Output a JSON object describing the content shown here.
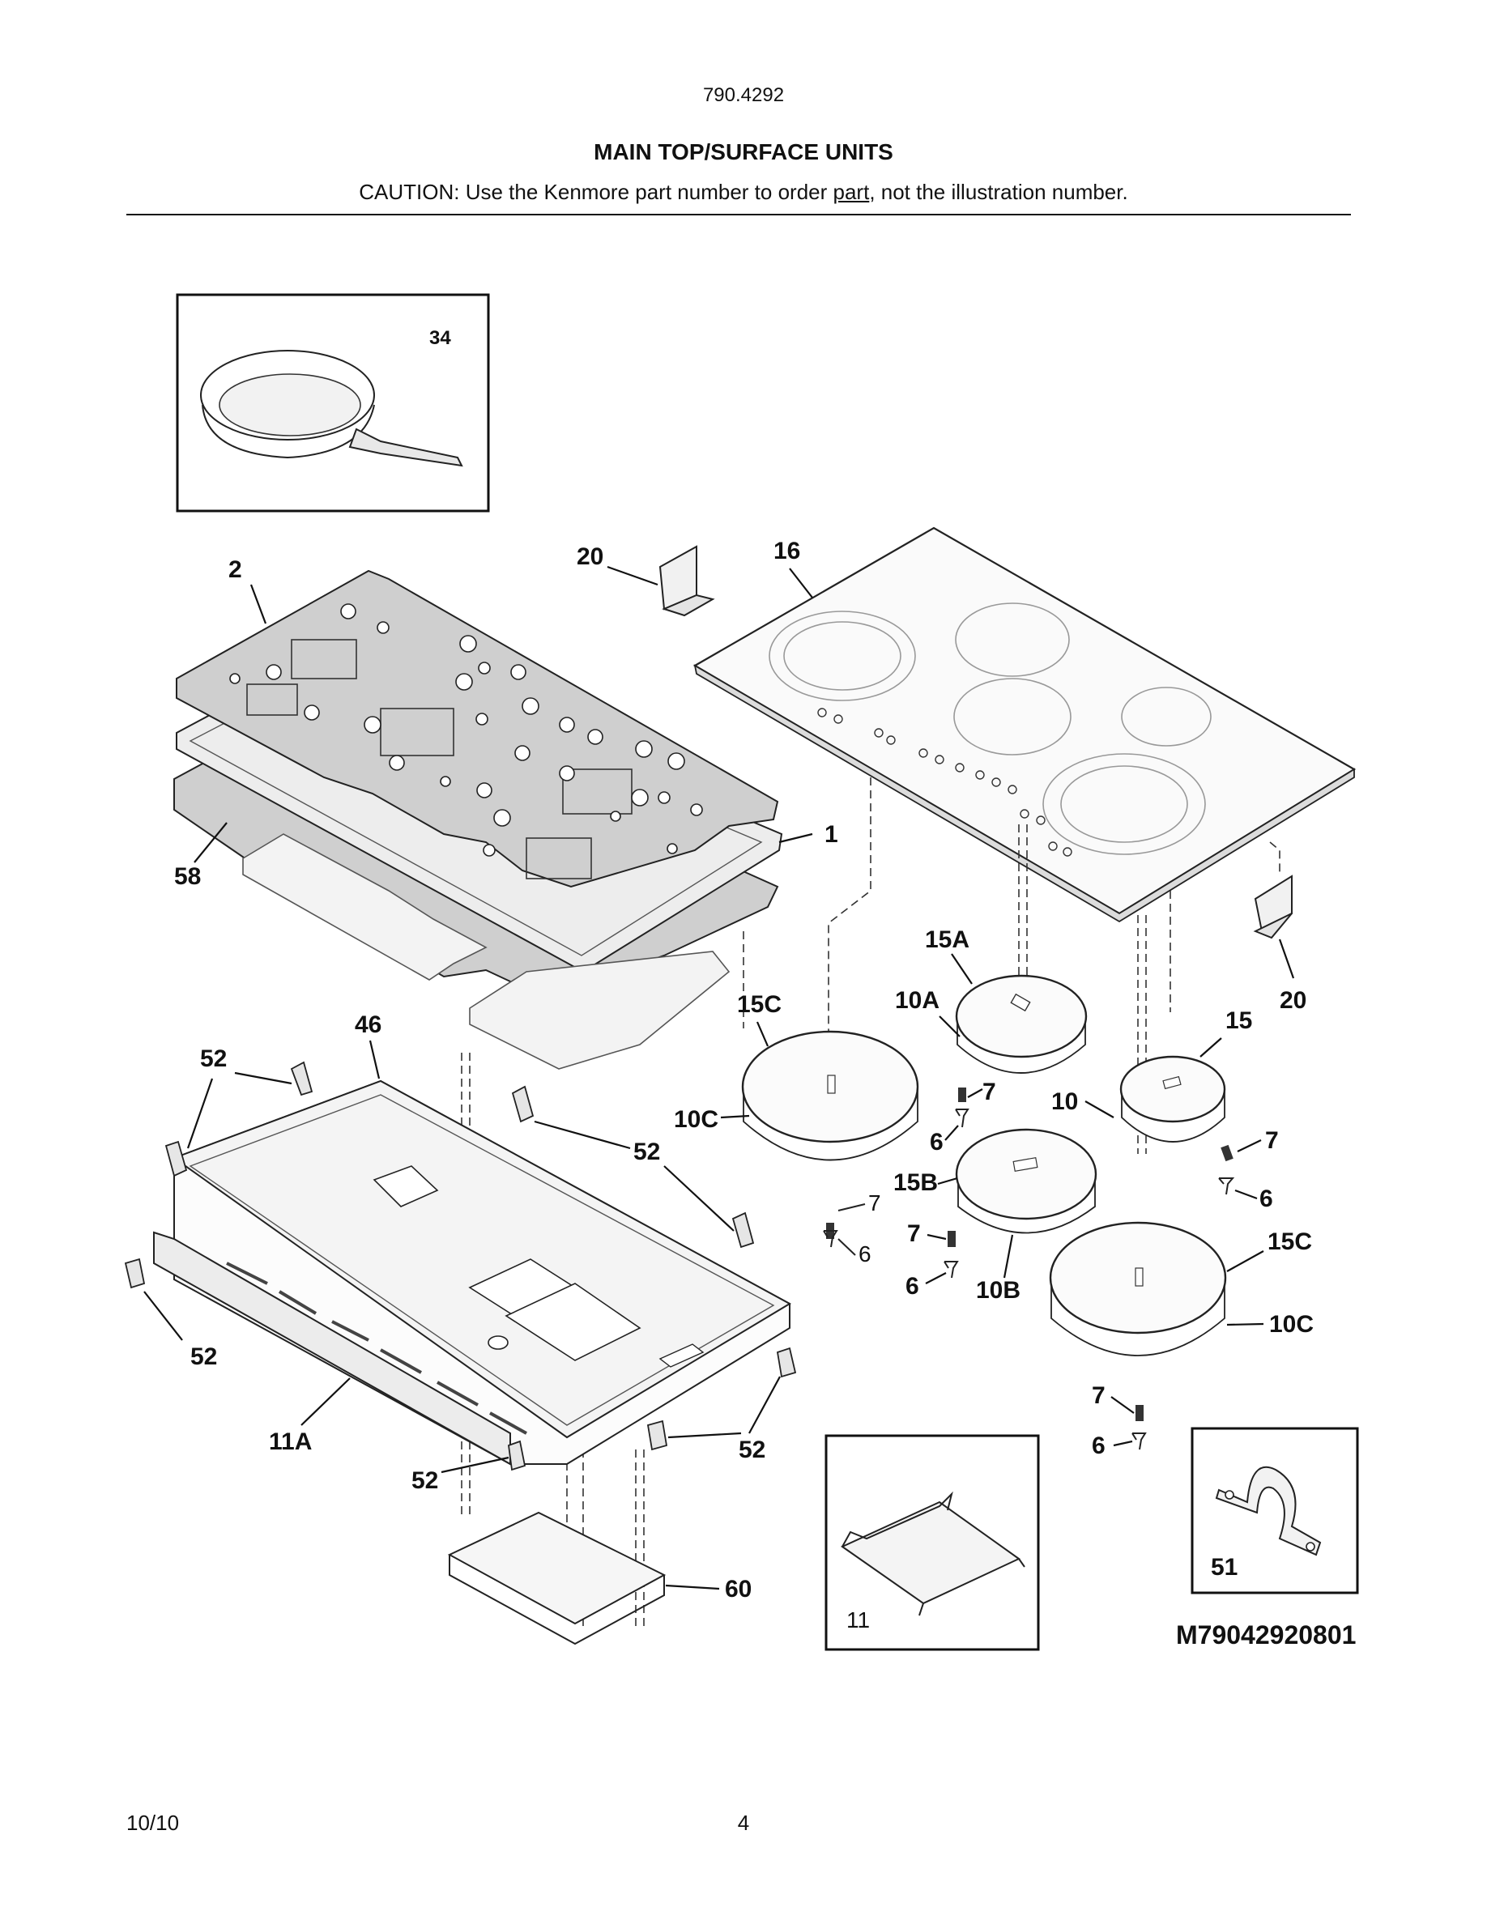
{
  "header": {
    "model_number": "790.4292",
    "title": "MAIN TOP/SURFACE UNITS",
    "caution_before": "CAUTION: Use the Kenmore part number to order ",
    "caution_underlined": "part",
    "caution_after": ", not the illustration number."
  },
  "diagram": {
    "callouts": {
      "c34": "34",
      "c2": "2",
      "c20a": "20",
      "c16": "16",
      "c1": "1",
      "c58": "58",
      "c15A": "15A",
      "c20b": "20",
      "c15Ca": "15C",
      "c10A": "10A",
      "c15": "15",
      "c46": "46",
      "c52a": "52",
      "c10Ca": "10C",
      "c7a": "7",
      "c10": "10",
      "c52b": "52",
      "c6a": "6",
      "c7b": "7",
      "c15B": "15B",
      "c7c": "7",
      "c6b": "6",
      "c7d": "7",
      "c6c": "6",
      "c15Cb": "15C",
      "c6d": "6",
      "c10B": "10B",
      "c52c": "52",
      "c10Cb": "10C",
      "c7e": "7",
      "c11A": "11A",
      "c52d": "52",
      "c6e": "6",
      "c52e": "52",
      "c51": "51",
      "c60": "60",
      "c11": "11"
    },
    "drawing_code": "M79042920801"
  },
  "footer": {
    "date": "10/10",
    "page": "4"
  }
}
